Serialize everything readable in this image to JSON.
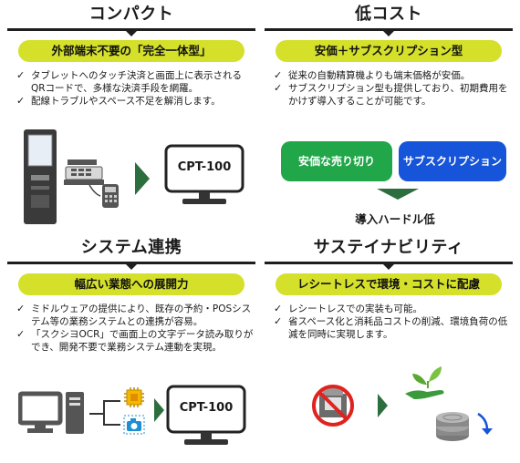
{
  "panels": {
    "compact": {
      "title": "コンパクト",
      "subtitle": "外部端末不要の「完全一体型」",
      "bullets": [
        "タブレットへのタッチ決済と画面上に表示される QRコードで、多様な決済手段を網羅。",
        "配線トラブルやスペース不足を解消します。"
      ],
      "device_label": "CPT-100"
    },
    "low_cost": {
      "title": "低コスト",
      "subtitle": "安価＋サブスクリプション型",
      "bullets": [
        "従来の自動精算機よりも端末価格が安価。",
        "サブスクリプション型も提供しており、初期費用をかけず導入することが可能です。"
      ],
      "option_buy": "安価な売り切り",
      "option_subscription": "サブスクリプション",
      "result": "導入ハードル低"
    },
    "integration": {
      "title": "システム連携",
      "subtitle": "幅広い業態への展開力",
      "bullets": [
        "ミドルウェアの提供により、既存の予約・POSシステム等の業務システムとの連携が容易。",
        "「スクシヨOCR」で画面上の文字データ読み取りができ、開発不要で業務システム連動を実現。"
      ],
      "device_label": "CPT-100"
    },
    "sustainability": {
      "title": "サステイナビリティ",
      "subtitle": "レシートレスで環境・コストに配慮",
      "bullets": [
        "レシートレスでの実装も可能。",
        "省スペース化と消耗品コストの削減、環境負荷の低減を同時に実現します。"
      ]
    }
  },
  "colors": {
    "pill": "#d4e02a",
    "arrow": "#2d6e3e",
    "green_btn": "#22a64a",
    "blue_btn": "#1654d9"
  },
  "icons": [
    "kiosk-icon",
    "cash-register-icon",
    "card-reader-icon",
    "tablet-terminal-icon",
    "desktop-pc-icon",
    "chip-icon",
    "camera-icon",
    "no-receipt-printer-icon",
    "hand-plant-icon",
    "coins-icon",
    "down-arrow-icon"
  ]
}
